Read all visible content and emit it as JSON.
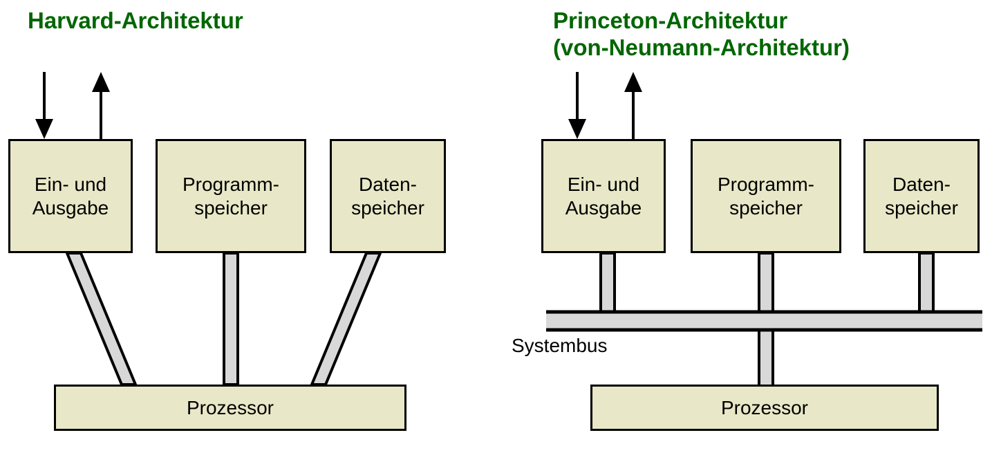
{
  "diagram": {
    "type": "architecture-comparison",
    "title_color": "#006600",
    "box_fill": "#e8e8c8",
    "connector_fill": "#d8d8d8",
    "stroke": "#000000",
    "panels": [
      {
        "id": "harvard",
        "title": "Harvard-Architektur",
        "boxes": [
          {
            "id": "io",
            "label": "Ein- und\nAusgabe"
          },
          {
            "id": "progmem",
            "label": "Programm-\nspeicher"
          },
          {
            "id": "datamem",
            "label": "Daten-\nspeicher"
          }
        ],
        "processor": {
          "id": "cpu",
          "label": "Prozessor"
        },
        "bus_label": "",
        "arrows": [
          {
            "id": "input-arrow",
            "direction": "down"
          },
          {
            "id": "output-arrow",
            "direction": "up"
          }
        ],
        "connections": [
          {
            "from": "io",
            "to": "cpu",
            "style": "diagonal"
          },
          {
            "from": "progmem",
            "to": "cpu",
            "style": "vertical"
          },
          {
            "from": "datamem",
            "to": "cpu",
            "style": "diagonal"
          }
        ]
      },
      {
        "id": "princeton",
        "title": "Princeton-Architektur\n(von-Neumann-Architektur)",
        "boxes": [
          {
            "id": "io",
            "label": "Ein- und\nAusgabe"
          },
          {
            "id": "progmem",
            "label": "Programm-\nspeicher"
          },
          {
            "id": "datamem",
            "label": "Daten-\nspeicher"
          }
        ],
        "processor": {
          "id": "cpu",
          "label": "Prozessor"
        },
        "bus_label": "Systembus",
        "arrows": [
          {
            "id": "input-arrow",
            "direction": "down"
          },
          {
            "id": "output-arrow",
            "direction": "up"
          }
        ],
        "connections": [
          {
            "from": "io",
            "to": "bus",
            "style": "vertical"
          },
          {
            "from": "progmem",
            "to": "bus",
            "style": "vertical"
          },
          {
            "from": "datamem",
            "to": "bus",
            "style": "vertical"
          },
          {
            "from": "bus",
            "to": "cpu",
            "style": "vertical"
          }
        ]
      }
    ]
  }
}
